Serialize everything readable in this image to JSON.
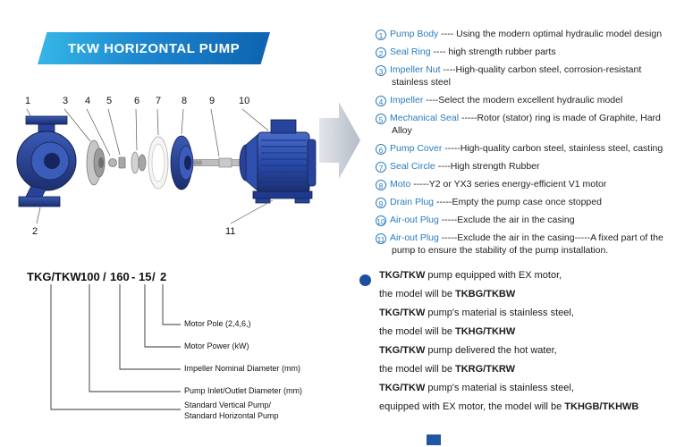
{
  "banner": {
    "title": "TKW HORIZONTAL PUMP"
  },
  "diagram": {
    "callouts_top": [
      "1",
      "3",
      "4",
      "5",
      "6",
      "7",
      "8",
      "9",
      "10"
    ],
    "callout_2": "2",
    "callout_11": "11"
  },
  "parts": [
    {
      "num": "1",
      "name": "Pump Body",
      "sep": " ---- ",
      "desc": "Using the modern optimal hydraulic model design"
    },
    {
      "num": "2",
      "name": "Seal Ring",
      "sep": " ---- ",
      "desc": "high strength rubber parts"
    },
    {
      "num": "3",
      "name": "Impeller Nut",
      "sep": " ----",
      "desc": "High-quality carbon steel, corrosion-resistant stainless steel"
    },
    {
      "num": "4",
      "name": "Impeller",
      "sep": " ----",
      "desc": "Select the modern excellent hydraulic model"
    },
    {
      "num": "5",
      "name": "Mechanical Seal",
      "sep": " -----",
      "desc": "Rotor (stator) ring is made of Graphite, Hard Alloy"
    },
    {
      "num": "6",
      "name": "Pump Cover",
      "sep": " -----",
      "desc": "High-quality carbon steel, stainless steel, casting"
    },
    {
      "num": "7",
      "name": "Seal Circle",
      "sep": " ----",
      "desc": "High strength Rubber"
    },
    {
      "num": "8",
      "name": "Moto",
      "sep": " -----",
      "desc": "Y2 or YX3 series energy-efficient V1 motor"
    },
    {
      "num": "9",
      "name": "Drain Plug",
      "sep": " -----",
      "desc": "Empty the pump case once stopped"
    },
    {
      "num": "10",
      "name": "Air-out Plug",
      "sep": " -----",
      "desc": "Exclude the air in the casing"
    },
    {
      "num": "11",
      "name": "Air-out Plug",
      "sep": " -----",
      "desc": "Exclude the air in the casing-----A fixed part of the pump to ensure the stability of the pump installation."
    }
  ],
  "model_code": {
    "tokens": [
      "TKG/TKW",
      "100",
      "/",
      "160",
      "-",
      "15",
      "/",
      "2"
    ],
    "labels": [
      "Motor Pole (2,4,6,)",
      "Motor Power  (kW)",
      "Impeller Nominal Diameter (mm)",
      "Pump Inlet/Outlet Diameter (mm)",
      "Standard Vertical Pump/",
      "Standard  Horizontal Pump"
    ]
  },
  "notes": [
    {
      "s1": "TKG/TKW",
      "s2": " pump equipped with EX motor,"
    },
    {
      "s1": "the model will be ",
      "s2": "TKBG/TKBW"
    },
    {
      "s1": "TKG/TKW",
      "s2": " pump's material is stainless steel,"
    },
    {
      "s1": "the model will be ",
      "s2": "TKHG/TKHW"
    },
    {
      "s1": "TKG/TKW",
      "s2": " pump delivered the hot water,"
    },
    {
      "s1": "the model will be ",
      "s2": "TKRG/TKRW"
    },
    {
      "s1": "TKG/TKW",
      "s2": " pump's material is stainless steel,"
    },
    {
      "s1": "equipped with EX motor, the model will be ",
      "s2": "TKHGB/TKHWB"
    }
  ]
}
